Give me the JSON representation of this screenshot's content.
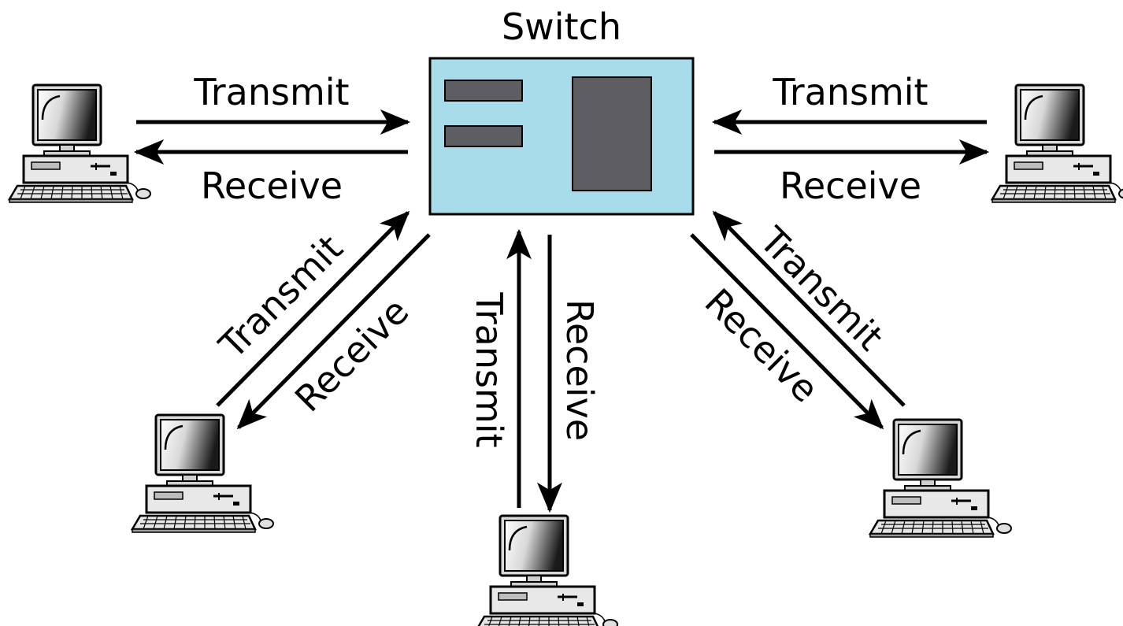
{
  "switch": {
    "title": "Switch",
    "fill_color": "#a9dcea",
    "panel_color": "#5e5e62"
  },
  "computers": [
    {
      "id": "left",
      "transmit_label": "Transmit",
      "receive_label": "Receive"
    },
    {
      "id": "right",
      "transmit_label": "Transmit",
      "receive_label": "Receive"
    },
    {
      "id": "bottom-left",
      "transmit_label": "Transmit",
      "receive_label": "Receive"
    },
    {
      "id": "bottom-center",
      "transmit_label": "Transmit",
      "receive_label": "Receive"
    },
    {
      "id": "bottom-right",
      "transmit_label": "Transmit",
      "receive_label": "Receive"
    }
  ],
  "icons": {
    "computer": "desktop-computer-icon"
  }
}
